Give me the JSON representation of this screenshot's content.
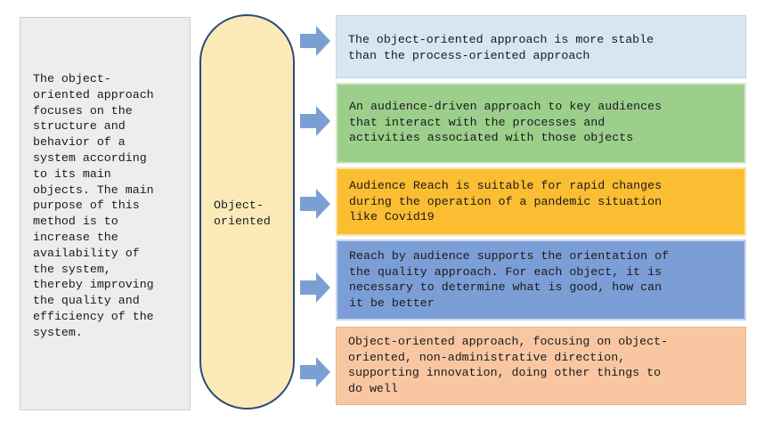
{
  "left_panel": {
    "text": "The object-\noriented approach\nfocuses on the\nstructure and\nbehavior of a\nsystem according\nto its main\nobjects. The main\npurpose of this\nmethod is to\nincrease the\navailability of\nthe system,\nthereby improving\nthe quality and\nefficiency of the\nsystem."
  },
  "center": {
    "label": "Object-\noriented"
  },
  "boxes": [
    {
      "text": "The object-oriented approach is more stable\nthan the process-oriented approach",
      "color": "#d6e6f3"
    },
    {
      "text": "An audience-driven approach to key audiences\nthat interact with the processes and\nactivities associated with those objects",
      "color": "#9dcf8c"
    },
    {
      "text": "Audience Reach is suitable for rapid changes\nduring the operation of a pandemic situation\nlike Covid19",
      "color": "#fbbd32"
    },
    {
      "text": "Reach by audience supports the orientation of\nthe quality approach. For each object, it is\nnecessary to determine what is good, how can\nit be better",
      "color": "#7c9ed6"
    },
    {
      "text": "Object-oriented approach, focusing on object-\noriented, non-administrative direction,\nsupporting innovation, doing other things to\ndo well",
      "color": "#f8c7a2"
    }
  ],
  "arrow_color": "#7b9fd4"
}
